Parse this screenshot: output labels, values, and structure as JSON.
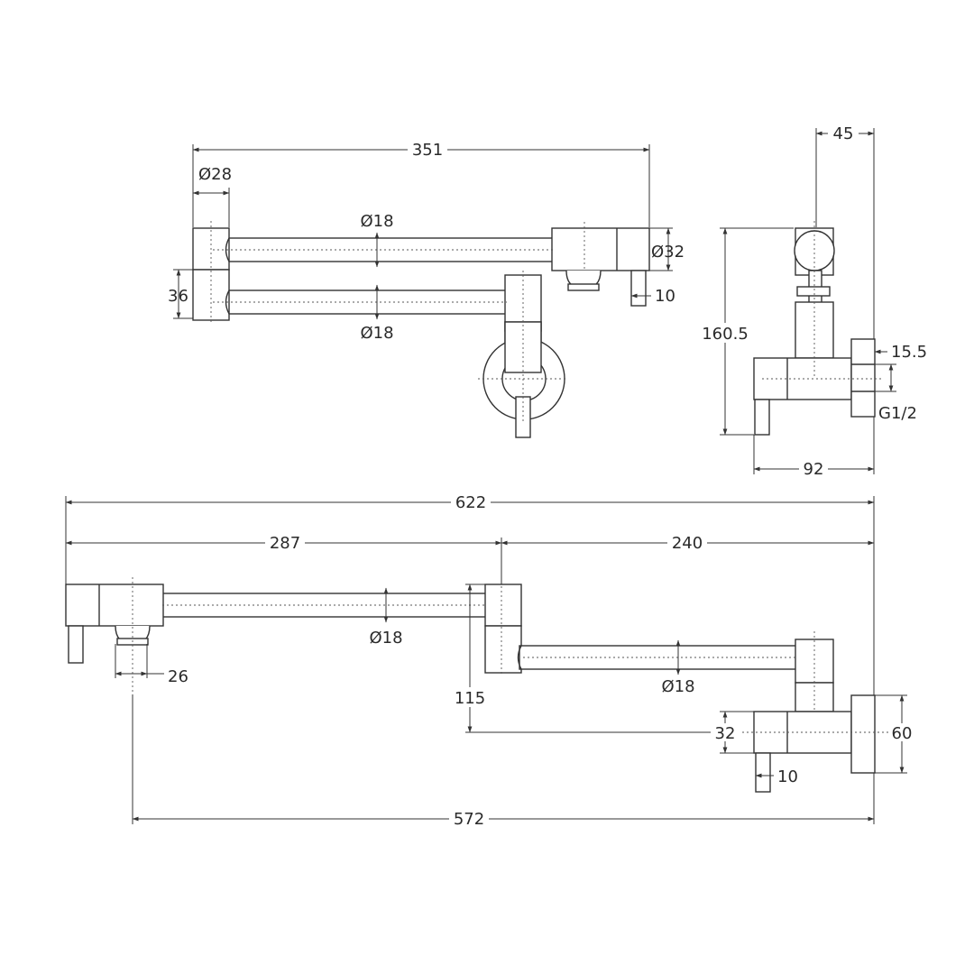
{
  "top_view": {
    "dim_length": "351",
    "dim_dia_body": "Ø28",
    "dim_dia_upper_arm": "Ø18",
    "dim_dia_lower_arm": "Ø18",
    "dim_dia_head": "Ø32",
    "dim_arm_spacing": "36",
    "dim_handle": "10"
  },
  "side_view": {
    "dim_width_top": "45",
    "dim_height": "160.5",
    "dim_flange": "15.5",
    "dim_thread": "G1/2",
    "dim_depth": "92"
  },
  "front_view": {
    "dim_total": "622",
    "dim_arm_1": "287",
    "dim_arm_2": "240",
    "dim_dia_arm_1": "Ø18",
    "dim_dia_arm_2": "Ø18",
    "dim_spout": "26",
    "dim_drop": "115",
    "dim_base_height": "32",
    "dim_flange_height": "60",
    "dim_handle": "10",
    "dim_reach": "572"
  }
}
